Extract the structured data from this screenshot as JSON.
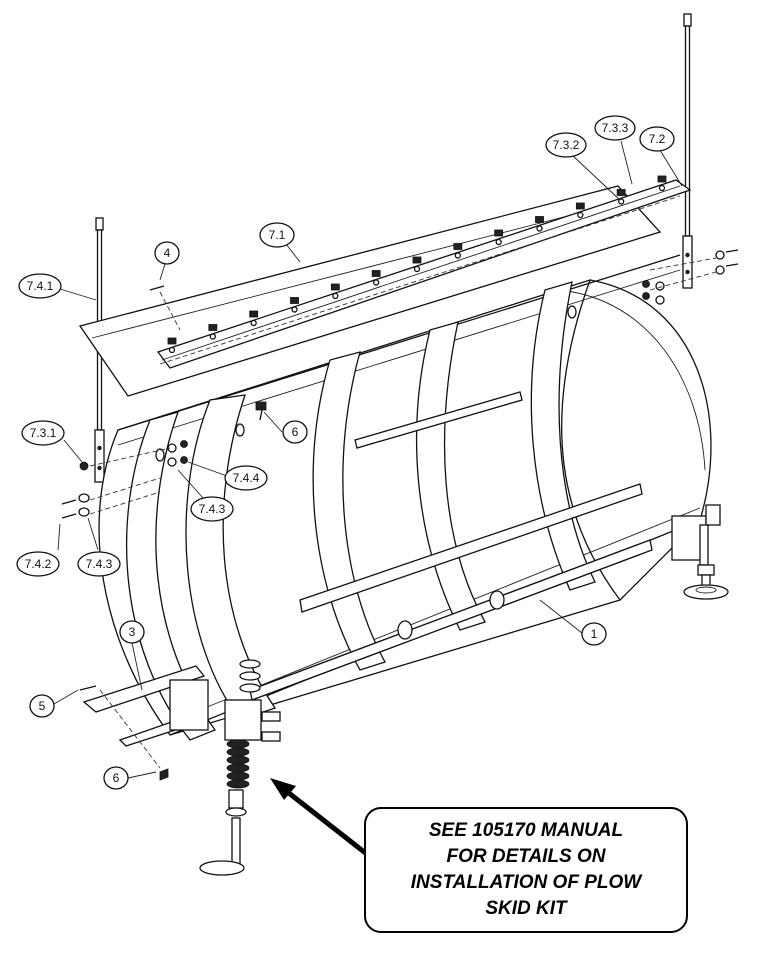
{
  "callouts": {
    "c_7_3_3": "7.3.3",
    "c_7_2": "7.2",
    "c_7_3_2": "7.3.2",
    "c_7_1": "7.1",
    "c_4": "4",
    "c_7_4_1": "7.4.1",
    "c_6_top": "6",
    "c_7_3_1": "7.3.1",
    "c_7_4_4": "7.4.4",
    "c_7_4_3_a": "7.4.3",
    "c_7_4_2": "7.4.2",
    "c_7_4_3_b": "7.4.3",
    "c_1": "1",
    "c_3": "3",
    "c_5": "5",
    "c_6_bottom": "6"
  },
  "note": {
    "line1": "SEE 105170 MANUAL",
    "line2": "FOR DETAILS ON",
    "line3": "INSTALLATION OF PLOW",
    "line4": "SKID KIT"
  }
}
